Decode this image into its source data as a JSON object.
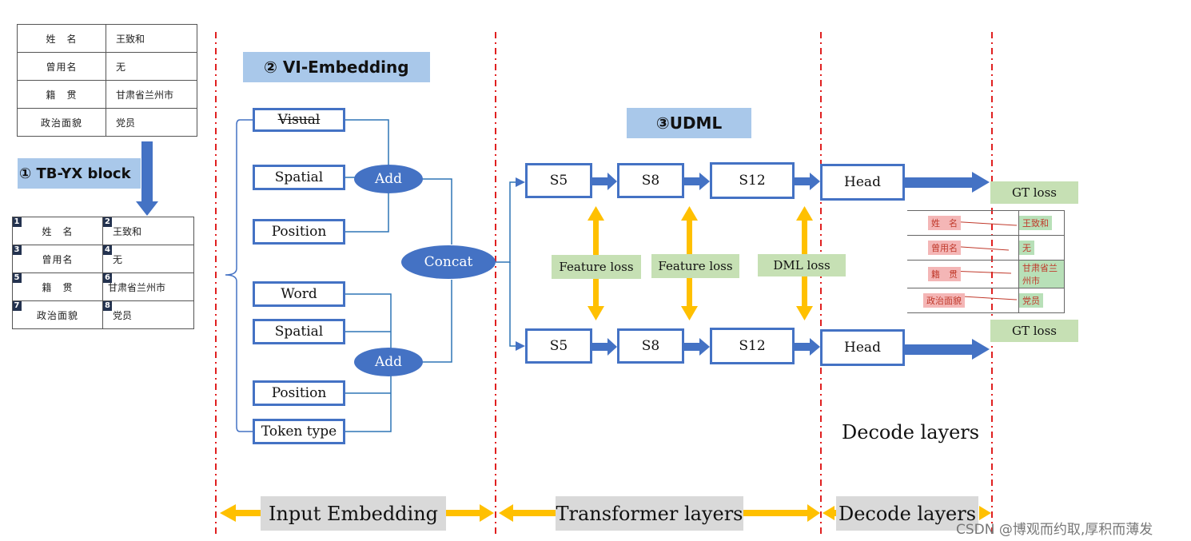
{
  "source_table": {
    "rows": [
      {
        "key": "姓　名",
        "value": "王致和"
      },
      {
        "key": "曾用名",
        "value": "无"
      },
      {
        "key": "籍　贯",
        "value": "甘肃省兰州市"
      },
      {
        "key": "政治面貌",
        "value": "党员"
      }
    ]
  },
  "numbered_table": {
    "rows": [
      {
        "kn": "1",
        "key": "姓　名",
        "vn": "2",
        "value": "王致和"
      },
      {
        "kn": "3",
        "key": "曾用名",
        "vn": "4",
        "value": "无"
      },
      {
        "kn": "5",
        "key": "籍　贯",
        "vn": "6",
        "value": "甘肃省兰州市"
      },
      {
        "kn": "7",
        "key": "政治面貌",
        "vn": "8",
        "value": "党员"
      }
    ]
  },
  "labels": {
    "tbyx": "① TB-YX block",
    "vi_embedding": "② VI-Embedding",
    "udml": "③UDML"
  },
  "embedding": {
    "visual": "Visual",
    "spatial": "Spatial",
    "position": "Position",
    "word": "Word",
    "spatial2": "Spatial",
    "position2": "Position",
    "token_type": "Token type",
    "add": "Add",
    "add2": "Add",
    "concat": "Concat"
  },
  "transformer": {
    "top": [
      "S5",
      "S8",
      "S12"
    ],
    "bottom": [
      "S5",
      "S8",
      "S12"
    ],
    "feature_loss_1": "Feature loss",
    "feature_loss_2": "Feature loss",
    "dml_loss": "DML loss"
  },
  "decode": {
    "head_top": "Head",
    "head_bottom": "Head",
    "gt_loss_top": "GT loss",
    "gt_loss_bottom": "GT loss",
    "decode_layers": "Decode layers"
  },
  "result_table": {
    "rows": [
      {
        "key": "姓　名",
        "value": "王致和"
      },
      {
        "key": "曾用名",
        "value": "无"
      },
      {
        "key": "籍　贯",
        "value": "甘肃省兰州市"
      },
      {
        "key": "政治面貌",
        "value": "党员"
      }
    ]
  },
  "bottom_bar": {
    "input_embedding": "Input Embedding",
    "transformer_layers": "Transformer layers",
    "decode_layers": "Decode layers"
  },
  "watermark": "CSDN @博观而约取,厚积而薄发",
  "colors": {
    "blue": "#4472c4",
    "label_blue": "#a9c8ea",
    "green": "#c6e0b4",
    "gold": "#ffc000",
    "red_dash": "#e02020",
    "gray": "#d9d9d9"
  }
}
